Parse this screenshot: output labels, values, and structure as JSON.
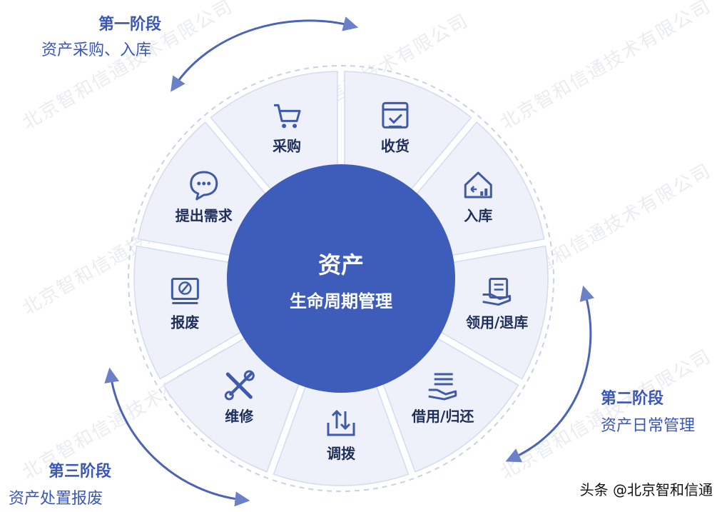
{
  "center": {
    "title": "资产",
    "subtitle": "生命周期管理"
  },
  "segments": [
    {
      "label": "采购",
      "icon": "cart-icon",
      "name": "segment-purchase"
    },
    {
      "label": "收货",
      "icon": "checklist-box-icon",
      "name": "segment-receive"
    },
    {
      "label": "入库",
      "icon": "warehouse-icon",
      "name": "segment-inbound"
    },
    {
      "label": "领用/退库",
      "icon": "document-hand-icon",
      "name": "segment-use-return"
    },
    {
      "label": "借用/归还",
      "icon": "stack-hand-icon",
      "name": "segment-borrow-return"
    },
    {
      "label": "调拨",
      "icon": "transfer-tray-icon",
      "name": "segment-transfer"
    },
    {
      "label": "维修",
      "icon": "tools-icon",
      "name": "segment-repair"
    },
    {
      "label": "报废",
      "icon": "scrap-screen-icon",
      "name": "segment-scrap"
    },
    {
      "label": "提出需求",
      "icon": "chat-bubble-icon",
      "name": "segment-request"
    }
  ],
  "stages": [
    {
      "title": "第一阶段",
      "desc": "资产采购、入库"
    },
    {
      "title": "第二阶段",
      "desc": "资产日常管理"
    },
    {
      "title": "第三阶段",
      "desc": "资产处置报废"
    }
  ],
  "watermark": "北京智和信通技术有限公司",
  "footer": "头条 @北京智和信通",
  "colors": {
    "accent": "#3a57b8",
    "ring": "#eef1f9",
    "ring_border": "#d4dbef",
    "center": "#3e5cb9"
  }
}
